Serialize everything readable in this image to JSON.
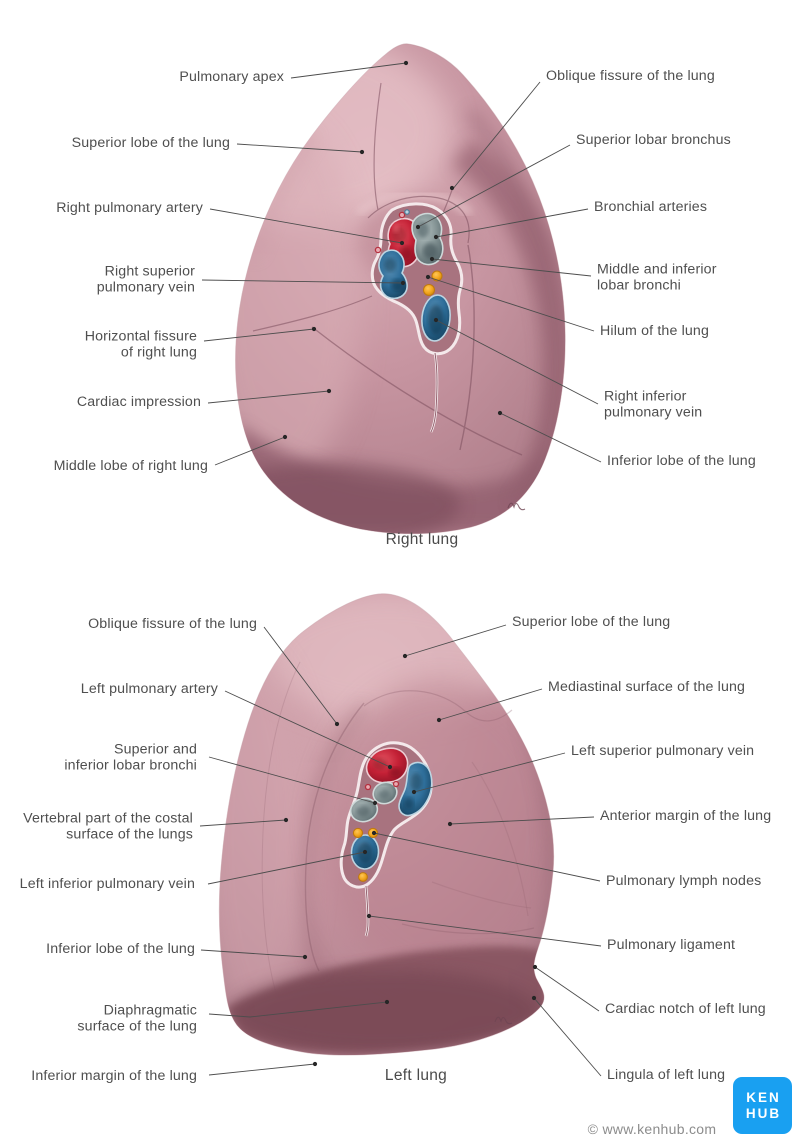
{
  "right_lung": {
    "caption": "Right lung",
    "labels_left": [
      {
        "lines": [
          "Pulmonary apex"
        ]
      },
      {
        "lines": [
          "Superior lobe of the lung"
        ]
      },
      {
        "lines": [
          "Right pulmonary artery"
        ]
      },
      {
        "lines": [
          "Right superior",
          "pulmonary vein"
        ]
      },
      {
        "lines": [
          "Horizontal fissure",
          "of right lung"
        ]
      },
      {
        "lines": [
          "Cardiac impression"
        ]
      },
      {
        "lines": [
          "Middle lobe of right lung"
        ]
      }
    ],
    "labels_right": [
      {
        "lines": [
          "Oblique fissure of the lung"
        ]
      },
      {
        "lines": [
          "Superior lobar bronchus"
        ]
      },
      {
        "lines": [
          "Bronchial arteries"
        ]
      },
      {
        "lines": [
          "Middle and inferior",
          "lobar bronchi"
        ]
      },
      {
        "lines": [
          "Hilum of the lung"
        ]
      },
      {
        "lines": [
          "Right inferior",
          "pulmonary vein"
        ]
      },
      {
        "lines": [
          "Inferior lobe of the lung"
        ]
      }
    ]
  },
  "left_lung": {
    "caption": "Left lung",
    "labels_left": [
      {
        "lines": [
          "Oblique fissure of the lung"
        ]
      },
      {
        "lines": [
          "Left pulmonary artery"
        ]
      },
      {
        "lines": [
          "Superior and",
          "inferior lobar bronchi"
        ]
      },
      {
        "lines": [
          "Vertebral part of the costal",
          "surface of the lungs"
        ]
      },
      {
        "lines": [
          "Left inferior pulmonary vein"
        ]
      },
      {
        "lines": [
          "Inferior lobe of the lung"
        ]
      },
      {
        "lines": [
          "Diaphragmatic",
          "surface of the lung"
        ]
      },
      {
        "lines": [
          "Inferior margin of the lung"
        ]
      }
    ],
    "labels_right": [
      {
        "lines": [
          "Superior lobe of the lung"
        ]
      },
      {
        "lines": [
          "Mediastinal surface of the lung"
        ]
      },
      {
        "lines": [
          "Left superior pulmonary vein"
        ]
      },
      {
        "lines": [
          "Anterior margin of the lung"
        ]
      },
      {
        "lines": [
          "Pulmonary lymph nodes"
        ]
      },
      {
        "lines": [
          "Pulmonary ligament"
        ]
      },
      {
        "lines": [
          "Cardiac notch of left lung"
        ]
      },
      {
        "lines": [
          "Lingula of left lung"
        ]
      }
    ]
  },
  "footer": {
    "copyright": "© www.kenhub.com",
    "logo": {
      "line1": "KEN",
      "line2": "HUB"
    }
  },
  "legend_colors": {
    "pulmonary_artery_red": "#c42136",
    "pulmonary_vein_blue": "#2f6f9b",
    "bronchus_gray": "#8fa0a2",
    "lymph_node_yellow": "#f2a51c",
    "lung_pink": "#c796a1",
    "label_text_gray": "#4f4f4f",
    "leader_line_gray": "#4d4d4d",
    "kenhub_blue": "#19a0f1",
    "copyright_gray": "#8c8c8c"
  }
}
